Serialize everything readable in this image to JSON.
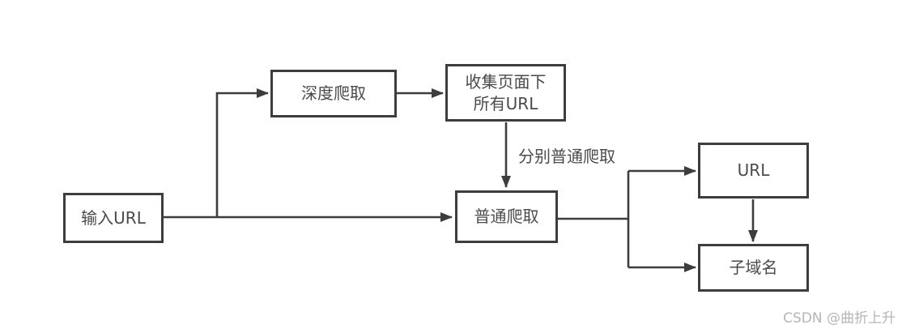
{
  "diagram": {
    "nodes": {
      "input_url": {
        "label": "输入URL"
      },
      "deep_crawl": {
        "label": "深度爬取"
      },
      "collect_urls": {
        "label_line1": "收集页面下",
        "label_line2": "所有URL"
      },
      "normal_crawl": {
        "label": "普通爬取"
      },
      "url": {
        "label": "URL"
      },
      "subdomain": {
        "label": "子域名"
      }
    },
    "edge_labels": {
      "separate_normal_crawl": "分别普通爬取"
    },
    "colors": {
      "line": "#3d3d3d",
      "text": "#4a4a4a",
      "watermark": "#b5b5b5",
      "background": "#ffffff"
    }
  },
  "watermark": {
    "text": "CSDN @曲折上升"
  }
}
